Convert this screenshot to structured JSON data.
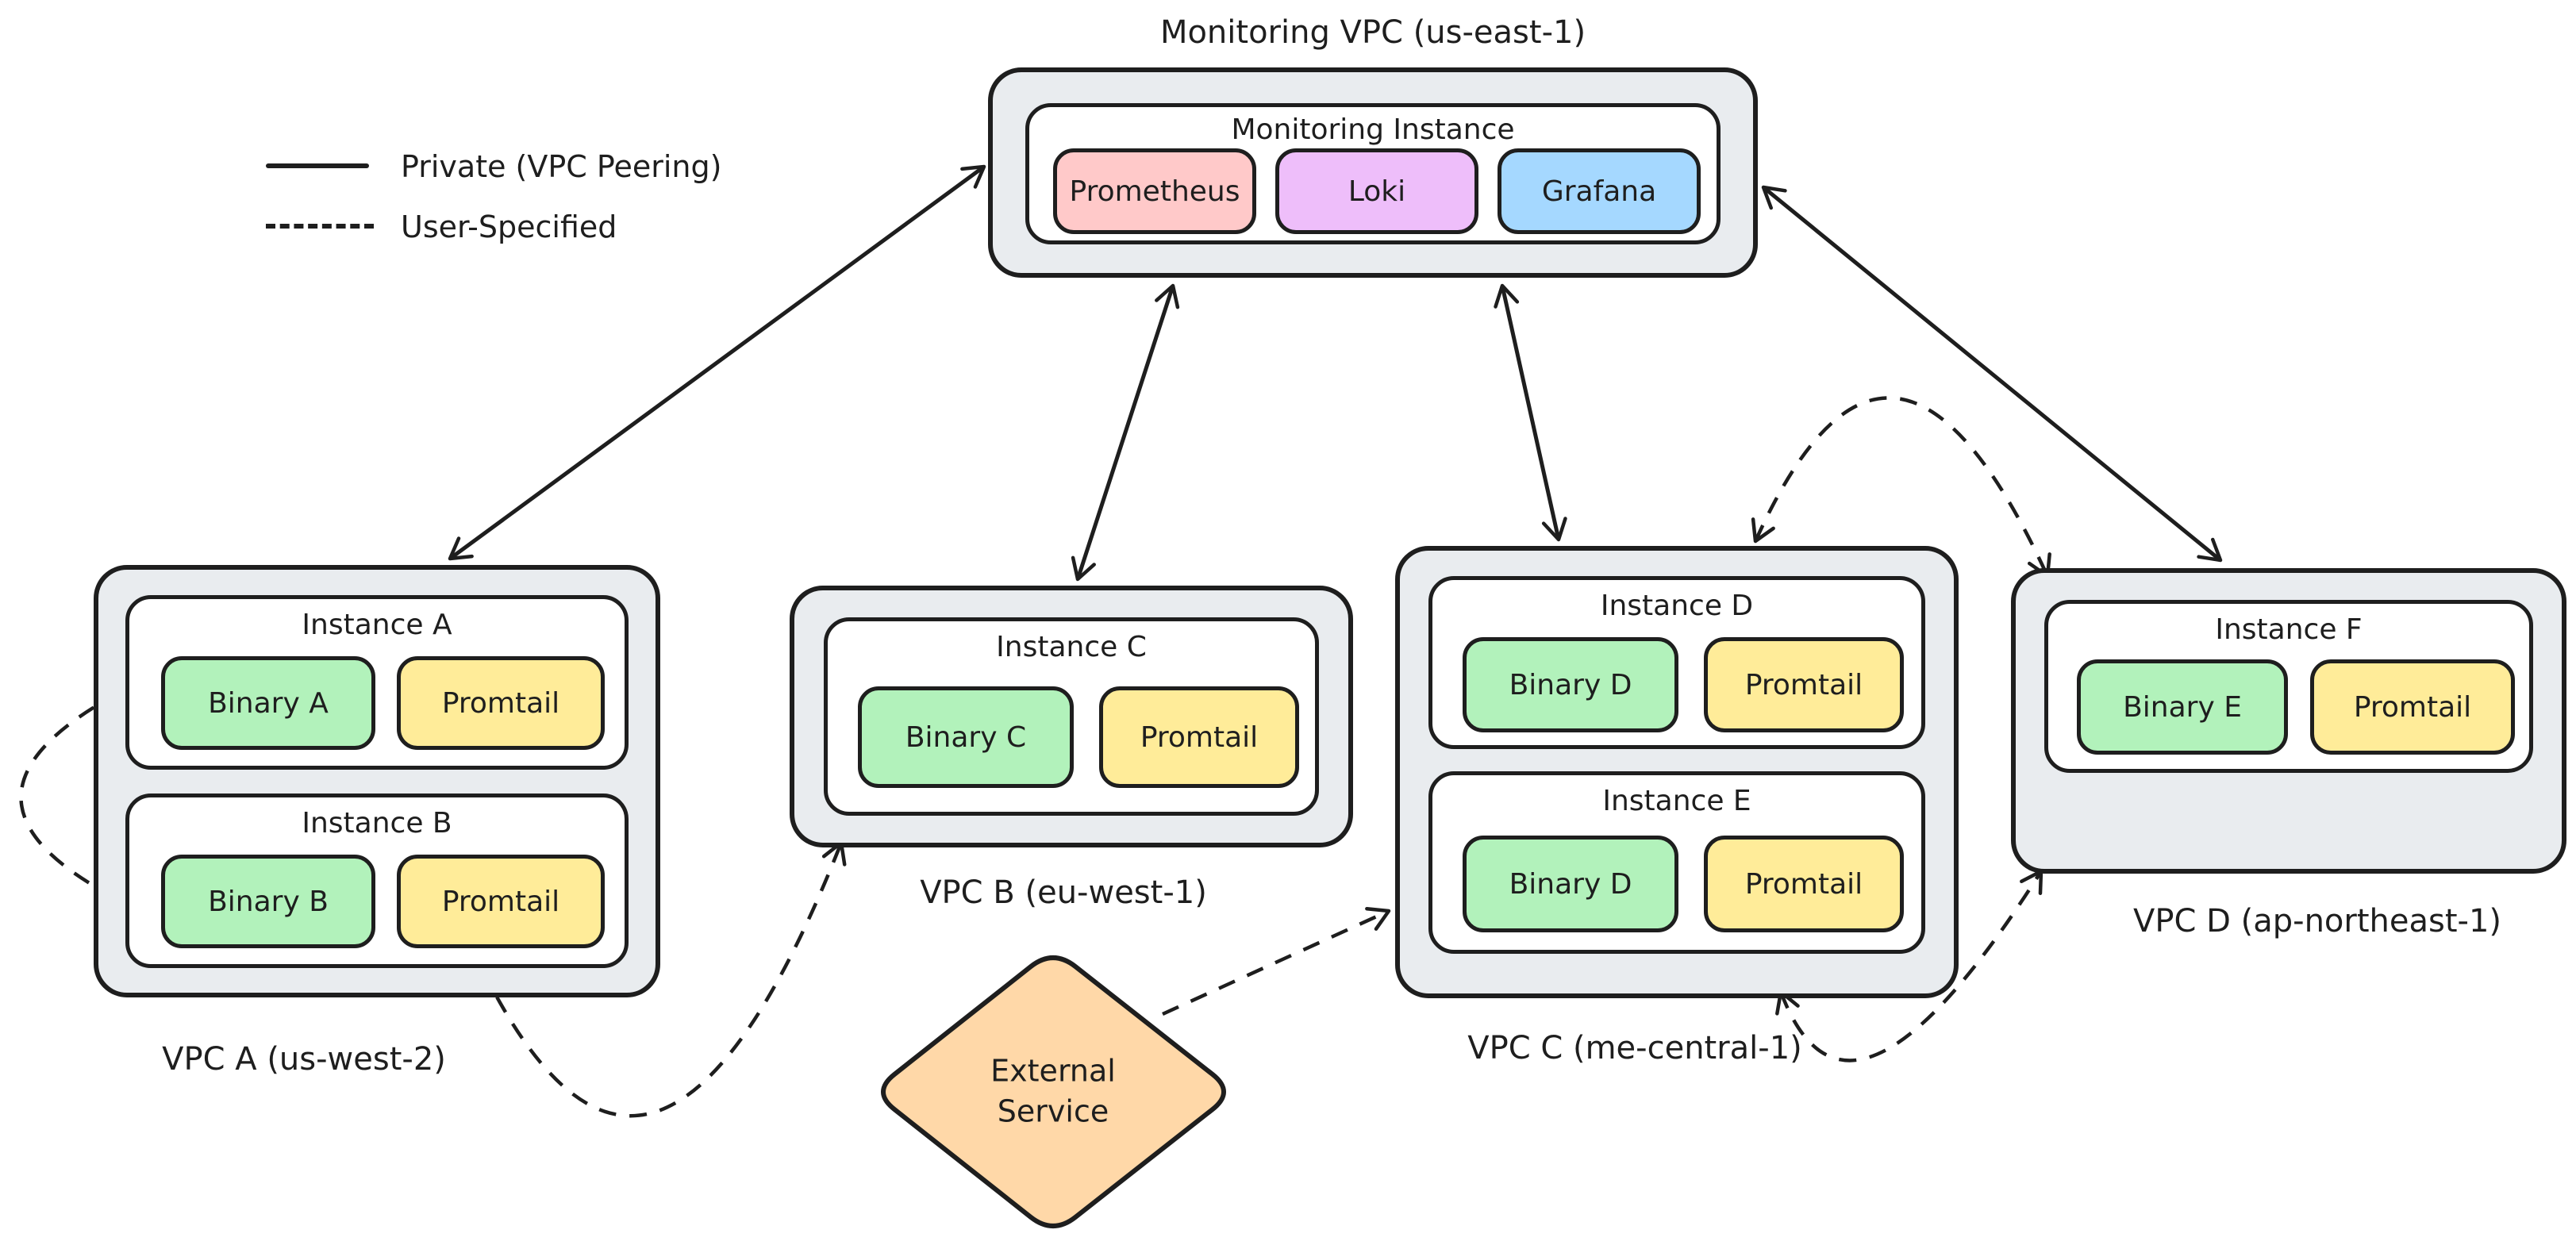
{
  "legend": {
    "private_label": "Private (VPC Peering)",
    "user_label": "User-Specified"
  },
  "monitoring": {
    "title": "Monitoring VPC (us-east-1)",
    "instance_title": "Monitoring Instance",
    "services": [
      {
        "label": "Prometheus",
        "color": "#ffc9c9"
      },
      {
        "label": "Loki",
        "color": "#eebefa"
      },
      {
        "label": "Grafana",
        "color": "#a5d8ff"
      }
    ]
  },
  "vpc_a": {
    "label": "VPC A (us-west-2)",
    "instance_a": {
      "title": "Instance A",
      "binary": "Binary A",
      "promtail": "Promtail"
    },
    "instance_b": {
      "title": "Instance B",
      "binary": "Binary B",
      "promtail": "Promtail"
    }
  },
  "vpc_b": {
    "label": "VPC B (eu-west-1)",
    "instance_c": {
      "title": "Instance C",
      "binary": "Binary C",
      "promtail": "Promtail"
    }
  },
  "vpc_c": {
    "label": "VPC C (me-central-1)",
    "instance_d": {
      "title": "Instance D",
      "binary": "Binary D",
      "promtail": "Promtail"
    },
    "instance_e": {
      "title": "Instance E",
      "binary": "Binary D",
      "promtail": "Promtail"
    }
  },
  "vpc_d": {
    "label": "VPC D (ap-northeast-1)",
    "instance_f": {
      "title": "Instance F",
      "binary": "Binary E",
      "promtail": "Promtail"
    }
  },
  "external_service": {
    "line1": "External",
    "line2": "Service"
  },
  "colors": {
    "stroke": "#1e1e1e",
    "vpc_fill": "#e9ecef",
    "instance_fill": "#ffffff",
    "binary_fill": "#b2f2bb",
    "promtail_fill": "#ffec99",
    "external_fill": "#ffd8a8"
  },
  "connections": [
    {
      "from": "Monitoring Instance",
      "to": "VPC A",
      "style": "solid",
      "bidirectional": true,
      "meaning": "Private (VPC Peering)"
    },
    {
      "from": "Monitoring Instance",
      "to": "VPC B",
      "style": "solid",
      "bidirectional": true,
      "meaning": "Private (VPC Peering)"
    },
    {
      "from": "Monitoring Instance",
      "to": "VPC C",
      "style": "solid",
      "bidirectional": true,
      "meaning": "Private (VPC Peering)"
    },
    {
      "from": "Monitoring Instance",
      "to": "VPC D",
      "style": "solid",
      "bidirectional": true,
      "meaning": "Private (VPC Peering)"
    },
    {
      "from": "Instance A",
      "to": "Instance B",
      "style": "dashed",
      "bidirectional": true,
      "meaning": "User-Specified"
    },
    {
      "from": "VPC A",
      "to": "VPC B",
      "style": "dashed",
      "bidirectional": true,
      "meaning": "User-Specified"
    },
    {
      "from": "External Service",
      "to": "VPC C",
      "style": "dashed",
      "bidirectional": false,
      "meaning": "User-Specified"
    },
    {
      "from": "VPC C",
      "to": "VPC D (top)",
      "style": "dashed",
      "bidirectional": true,
      "meaning": "User-Specified"
    },
    {
      "from": "VPC C",
      "to": "VPC D (bottom)",
      "style": "dashed",
      "bidirectional": true,
      "meaning": "User-Specified"
    }
  ]
}
